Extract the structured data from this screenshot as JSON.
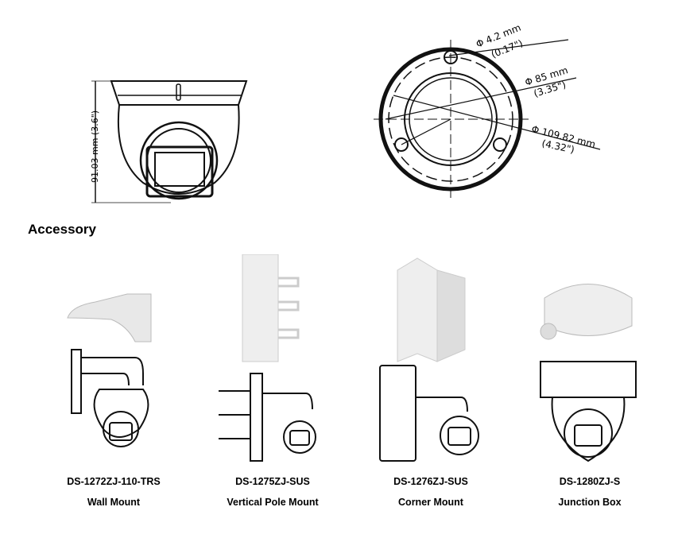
{
  "dimensions": {
    "height_label": "91.03 mm (3.6\")",
    "hole_mm": "Φ 4.2 mm",
    "hole_in": "(0.17\")",
    "inner_mm": "Φ 85 mm",
    "inner_in": "(3.35\")",
    "outer_mm": "Φ 109.82 mm",
    "outer_in": "(4.32\")"
  },
  "section_title": "Accessory",
  "accessories": [
    {
      "model": "DS-1272ZJ-110-TRS",
      "name": "Wall Mount"
    },
    {
      "model": "DS-1275ZJ-SUS",
      "name": "Vertical Pole Mount"
    },
    {
      "model": "DS-1276ZJ-SUS",
      "name": "Corner Mount"
    },
    {
      "model": "DS-1280ZJ-S",
      "name": "Junction Box"
    }
  ]
}
